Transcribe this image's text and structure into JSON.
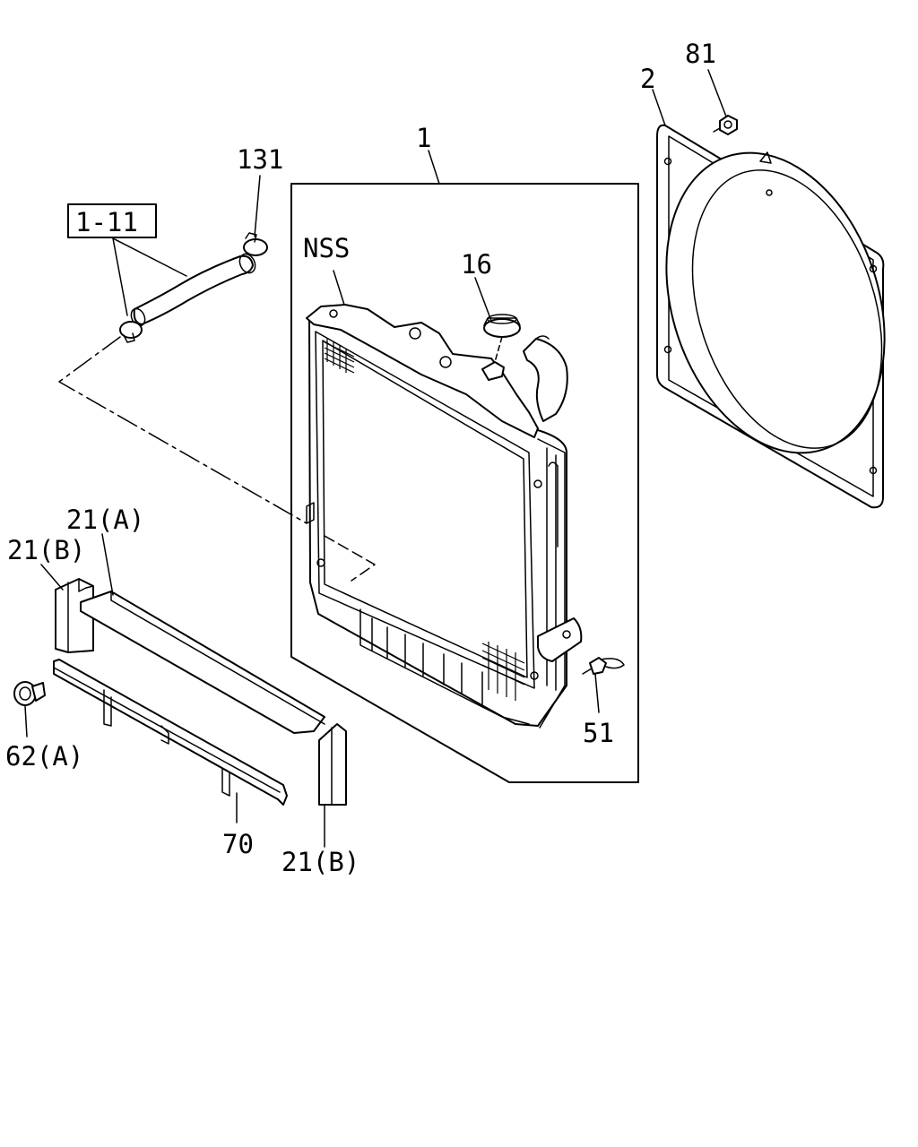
{
  "diagram": {
    "labels": {
      "part_1": "1",
      "part_2": "2",
      "part_81": "81",
      "part_131": "131",
      "ref_1_11": "1-11",
      "part_nss": "NSS",
      "part_16": "16",
      "part_21a": "21(A)",
      "part_21b_left": "21(B)",
      "part_62a": "62(A)",
      "part_70": "70",
      "part_21b_bottom": "21(B)",
      "part_51": "51"
    }
  }
}
